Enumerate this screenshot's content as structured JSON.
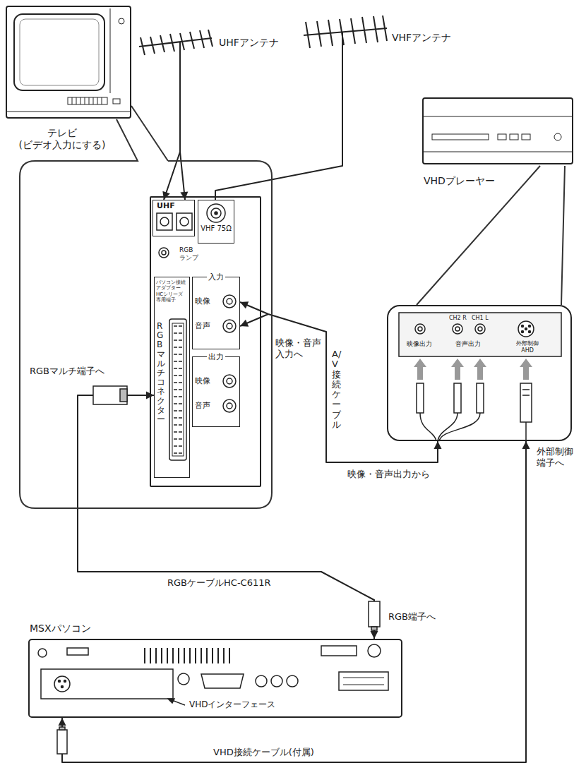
{
  "diagram": {
    "nodes": [
      {
        "text": [
          "UHFアンテナ"
        ]
      },
      {
        "text": [
          "VHFアンテナ"
        ]
      },
      {
        "text": [
          "テレビ (ビデオ入力にする)"
        ]
      },
      {
        "text": [
          "RGB ランプ"
        ]
      },
      {
        "text": [
          "UHF"
        ],
        "in": 3
      },
      {
        "text": [
          "VHF 75Ω"
        ],
        "in": 3
      },
      {
        "text": [
          "入力",
          "映像",
          "音声"
        ],
        "in": 3
      },
      {
        "text": [
          "パソコン接続アダプター HCシリーズ専用端子",
          "RGBマルチコネクター"
        ],
        "in": 3
      },
      {
        "text": [
          "出力",
          "映像",
          "音声"
        ],
        "in": 3
      },
      {
        "text": [
          "VHDプレーヤー"
        ]
      },
      {
        "text": [
          "映像出力",
          "CH2 R",
          "CH1 L",
          "音声出力",
          "外部制御 AHD"
        ]
      },
      {
        "text": [
          "MSXパソコン"
        ]
      }
    ],
    "edges": [
      {
        "from": 0,
        "to": 4,
        "arrow": "to"
      },
      {
        "from": 1,
        "to": 5,
        "arrow": "none"
      },
      {
        "from": 10,
        "to": 6,
        "arrow": "both",
        "label": "A/V接続ケーブル"
      },
      {
        "from": 7,
        "to": 11,
        "arrow": "both",
        "label": "RGBケーブルHC-C611R"
      },
      {
        "from": 11,
        "to": 10,
        "arrow": "both",
        "label": "VHD接続ケーブル(付属)"
      }
    ],
    "labels": [
      "映像・音声入力へ",
      "RGBマルチ端子へ",
      "映像・音声出力から",
      "外部制御端子へ",
      "RGB端子へ",
      "VHDインターフェース"
    ]
  }
}
